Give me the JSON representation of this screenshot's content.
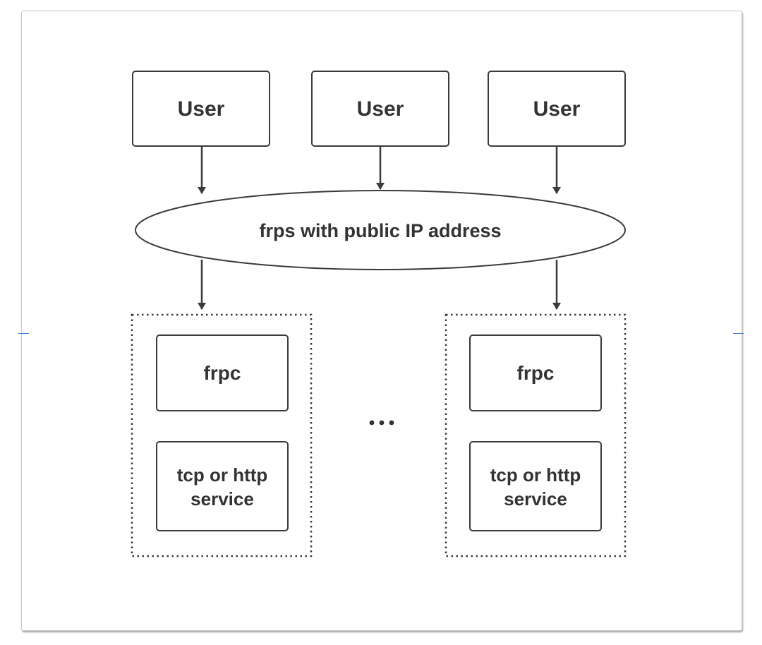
{
  "diagram": {
    "users": [
      "User",
      "User",
      "User"
    ],
    "server": {
      "label": "frps with public IP address"
    },
    "clients": [
      {
        "frpc_label": "frpc",
        "service_lines": [
          "tcp or http",
          "service"
        ]
      },
      {
        "frpc_label": "frpc",
        "service_lines": [
          "tcp or http",
          "service"
        ]
      }
    ],
    "ellipsis": "..."
  }
}
